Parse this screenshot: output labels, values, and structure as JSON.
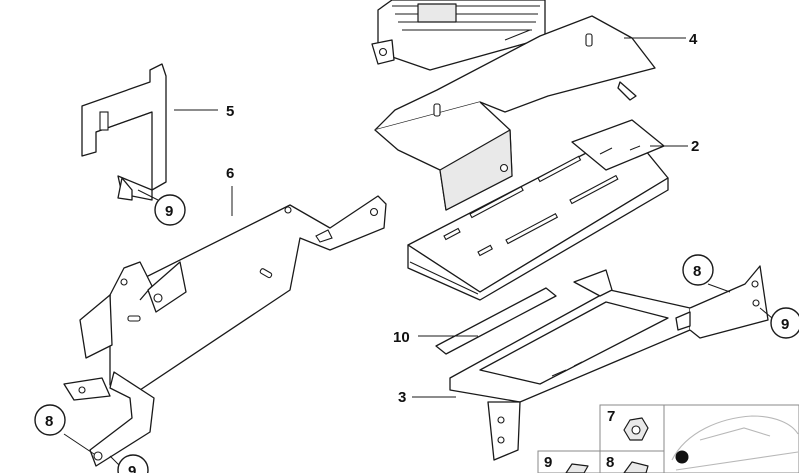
{
  "diagram": {
    "labels": {
      "l2": "2",
      "l3": "3",
      "l4": "4",
      "l5": "5",
      "l6": "6",
      "l7": "7",
      "l8a": "8",
      "l8b": "8",
      "l8c": "8",
      "l9a": "9",
      "l9b": "9",
      "l9c": "9",
      "l9d": "9",
      "l10": "10"
    }
  }
}
